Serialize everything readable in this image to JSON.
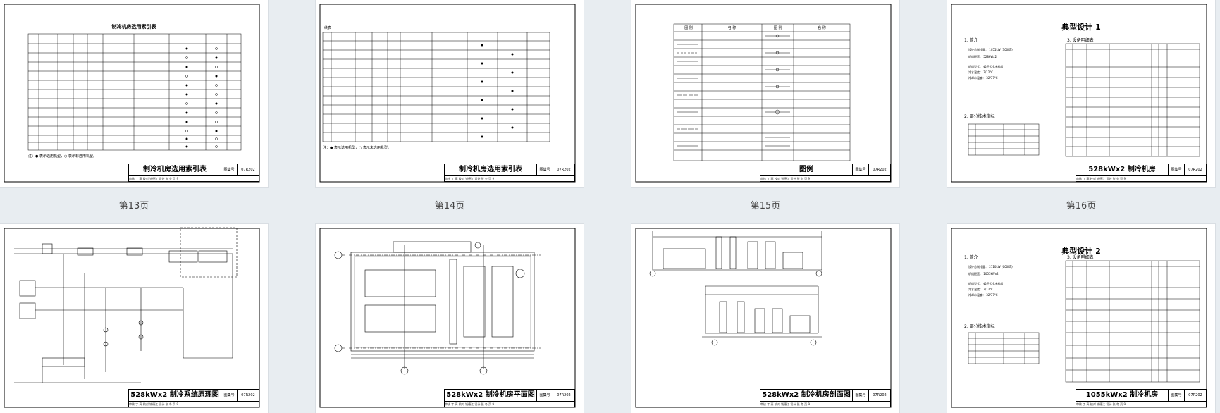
{
  "viewer": {
    "pages": [
      {
        "label": "第13页",
        "title": "制冷机房选用索引表",
        "table_heading": "制冷机房选用索引表",
        "note": "注：● 表示选用机型，○ 表示非选用机型。"
      },
      {
        "label": "第14页",
        "title": "制冷机房选用索引表",
        "table_heading": "续表",
        "note": "注：● 表示选用机型，○ 表示未选用机型。"
      },
      {
        "label": "第15页",
        "title": "图例",
        "legend_col1": "图 例",
        "legend_col2": "名 称",
        "legend_col3": "图 例",
        "legend_col4": "名 称"
      },
      {
        "label": "第16页",
        "title": "528kWx2 制冷机房",
        "heading": "典型设计 1",
        "s1": "1. 简介",
        "s2": "2. 部分技术指标",
        "s3": "3. 设备明细表"
      },
      {
        "label": "",
        "title": "528kWx2 制冷系统原理图"
      },
      {
        "label": "",
        "title": "528kWx2 制冷机房平面图"
      },
      {
        "label": "",
        "title": "528kWx2 制冷机房剖面图"
      },
      {
        "label": "",
        "title": "1055kWx2 制冷机房",
        "heading": "典型设计 2",
        "s1": "1. 简介",
        "s2": "2. 部分技术指标",
        "s3": "3. 设备明细表"
      }
    ],
    "atlas_label": "图集号",
    "atlas_number": "07R202",
    "sign_row": "审核 丁 高  校对 钱德江  设计 张 冬   页 9"
  }
}
